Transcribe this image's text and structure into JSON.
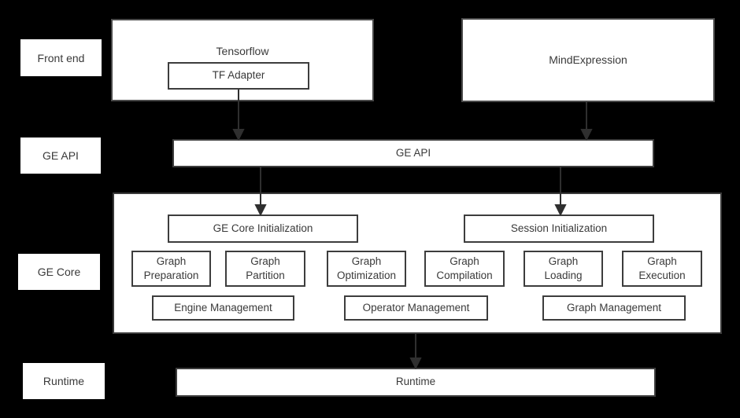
{
  "palette": {
    "background": "#000000",
    "box_fill": "#ffffff",
    "border": "#3d3d3d",
    "text": "#3a3a3a",
    "arrow": "#2f2f2f"
  },
  "side_labels": {
    "front_end": "Front end",
    "ge_api": "GE API",
    "ge_core": "GE Core",
    "runtime": "Runtime"
  },
  "front_end": {
    "tensorflow_label": "Tensorflow",
    "tf_adapter_label": "TF Adapter",
    "mindexpression_label": "MindExpression"
  },
  "ge_api": {
    "label": "GE API"
  },
  "ge_core": {
    "init_left": "GE Core Initialization",
    "init_right": "Session Initialization",
    "stages": [
      "Graph Preparation",
      "Graph Partition",
      "Graph Optimization",
      "Graph Compilation",
      "Graph Loading",
      "Graph Execution"
    ],
    "management": [
      "Engine Management",
      "Operator Management",
      "Graph Management"
    ]
  },
  "runtime": {
    "label": "Runtime"
  }
}
